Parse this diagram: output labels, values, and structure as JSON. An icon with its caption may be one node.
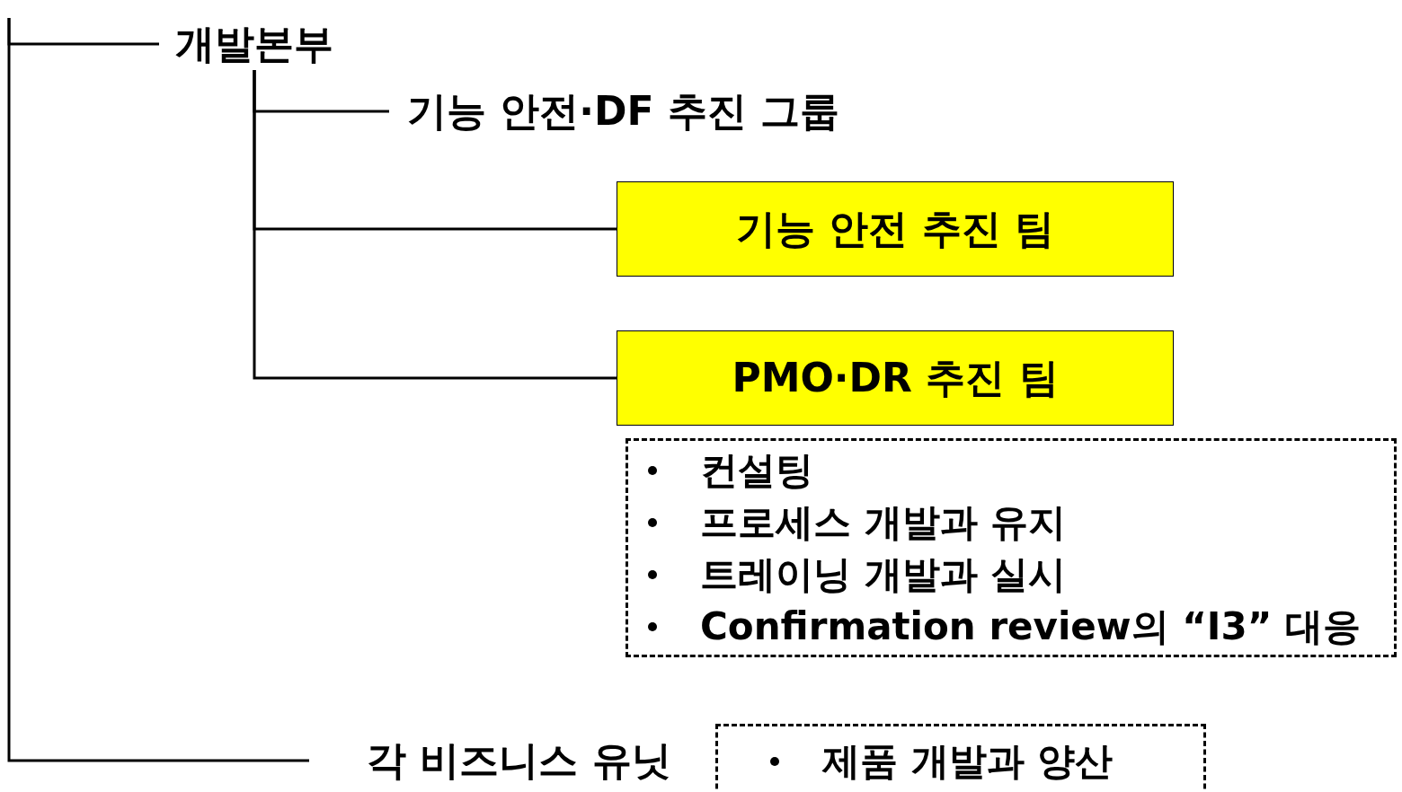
{
  "diagram": {
    "nodes": [
      {
        "text": [
          "개발본부"
        ]
      },
      {
        "text": [
          "기능 안전·DF 추진 그룹"
        ]
      },
      {
        "text": [
          "기능 안전 추진 팀"
        ]
      },
      {
        "text": [
          "PMO·DR 추진 팀"
        ]
      },
      {
        "text": [
          "컨설팅",
          "프로세스 개발과 유지",
          "트레이닝 개발과 실시",
          "Confirmation review의 “I3” 대응"
        ]
      },
      {
        "text": [
          "각 비즈니스 유닛"
        ]
      },
      {
        "text": [
          "제품 개발과 양산"
        ]
      }
    ],
    "edges": [
      {
        "from": null,
        "to": 0,
        "arrow": "none"
      },
      {
        "from": null,
        "to": 5,
        "arrow": "none"
      },
      {
        "from": 0,
        "to": 1,
        "arrow": "none"
      },
      {
        "from": 0,
        "to": 2,
        "arrow": "none"
      },
      {
        "from": 0,
        "to": 3,
        "arrow": "none"
      }
    ]
  }
}
